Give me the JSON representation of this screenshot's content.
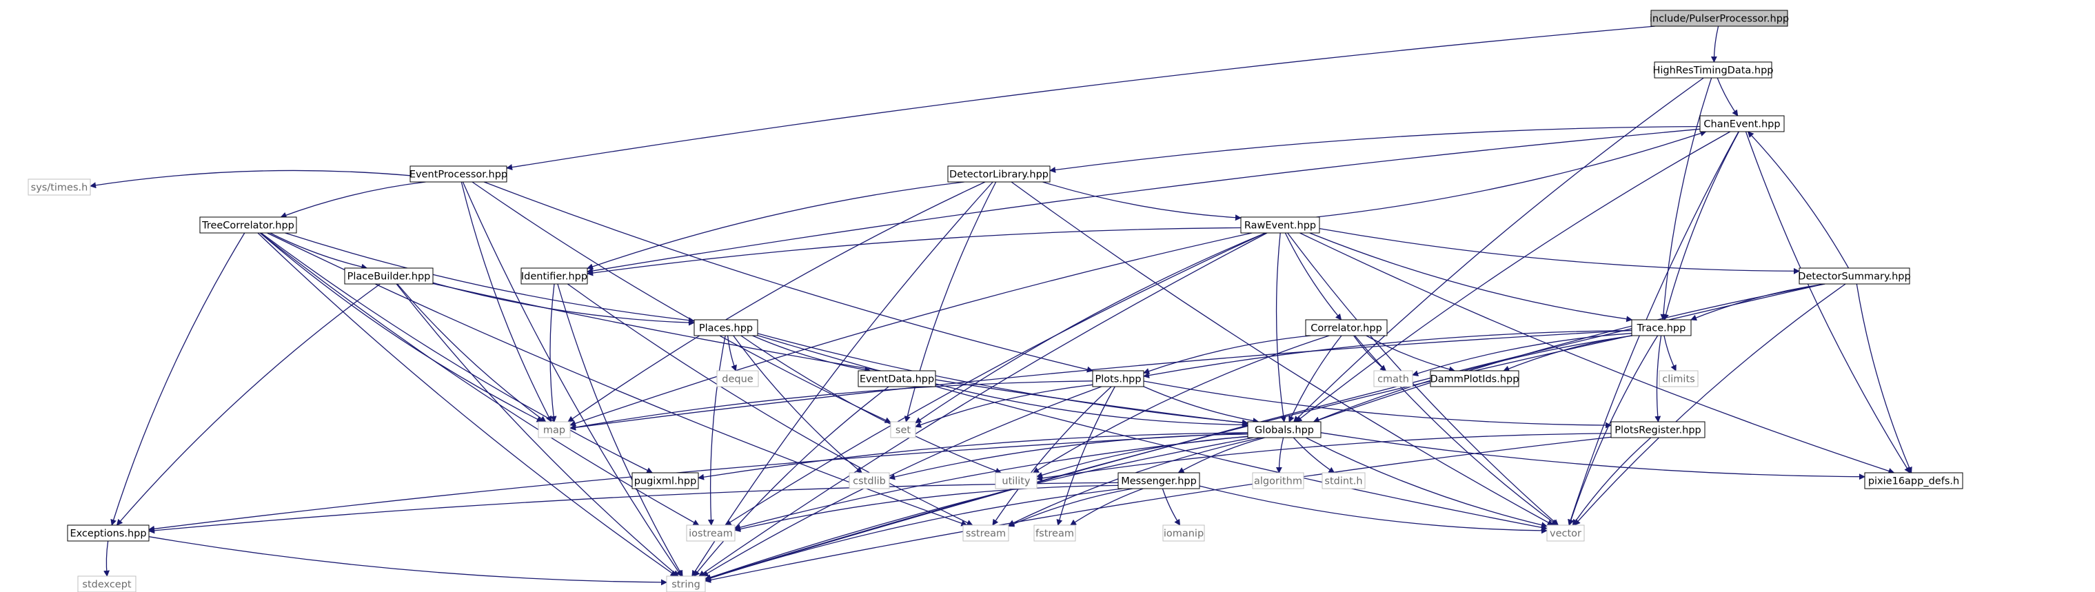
{
  "diagram": {
    "colors": {
      "edge": "#191970",
      "box_stroke": "#000000",
      "box_stroke_system": "#bfbfbf",
      "root_fill": "#bfbfbf",
      "fill": "#ffffff"
    },
    "nodes": [
      {
        "id": "pulser",
        "label": "include/PulserProcessor.hpp",
        "kind": "root"
      },
      {
        "id": "hrtd",
        "label": "HighResTimingData.hpp",
        "kind": "header"
      },
      {
        "id": "chan",
        "label": "ChanEvent.hpp",
        "kind": "header"
      },
      {
        "id": "evproc",
        "label": "EventProcessor.hpp",
        "kind": "header"
      },
      {
        "id": "detlib",
        "label": "DetectorLibrary.hpp",
        "kind": "header"
      },
      {
        "id": "systimes",
        "label": "sys/times.h",
        "kind": "system"
      },
      {
        "id": "treecorr",
        "label": "TreeCorrelator.hpp",
        "kind": "header"
      },
      {
        "id": "rawev",
        "label": "RawEvent.hpp",
        "kind": "header"
      },
      {
        "id": "placeb",
        "label": "PlaceBuilder.hpp",
        "kind": "header"
      },
      {
        "id": "ident",
        "label": "Identifier.hpp",
        "kind": "header"
      },
      {
        "id": "detsum",
        "label": "DetectorSummary.hpp",
        "kind": "header"
      },
      {
        "id": "places",
        "label": "Places.hpp",
        "kind": "header"
      },
      {
        "id": "correl",
        "label": "Correlator.hpp",
        "kind": "header"
      },
      {
        "id": "trace",
        "label": "Trace.hpp",
        "kind": "header"
      },
      {
        "id": "deque",
        "label": "deque",
        "kind": "system"
      },
      {
        "id": "evdata",
        "label": "EventData.hpp",
        "kind": "header"
      },
      {
        "id": "plots",
        "label": "Plots.hpp",
        "kind": "header"
      },
      {
        "id": "cmath",
        "label": "cmath",
        "kind": "system"
      },
      {
        "id": "damm",
        "label": "DammPlotIds.hpp",
        "kind": "header"
      },
      {
        "id": "climits",
        "label": "climits",
        "kind": "system"
      },
      {
        "id": "map",
        "label": "map",
        "kind": "system"
      },
      {
        "id": "set",
        "label": "set",
        "kind": "system"
      },
      {
        "id": "globals",
        "label": "Globals.hpp",
        "kind": "header"
      },
      {
        "id": "plotsreg",
        "label": "PlotsRegister.hpp",
        "kind": "header"
      },
      {
        "id": "pugixml",
        "label": "pugixml.hpp",
        "kind": "header"
      },
      {
        "id": "cstdlib",
        "label": "cstdlib",
        "kind": "system"
      },
      {
        "id": "utility",
        "label": "utility",
        "kind": "system"
      },
      {
        "id": "algorithm",
        "label": "algorithm",
        "kind": "system"
      },
      {
        "id": "stdinth",
        "label": "stdint.h",
        "kind": "system"
      },
      {
        "id": "pixie",
        "label": "pixie16app_defs.h",
        "kind": "header"
      },
      {
        "id": "messenger",
        "label": "Messenger.hpp",
        "kind": "header"
      },
      {
        "id": "exceptions",
        "label": "Exceptions.hpp",
        "kind": "header"
      },
      {
        "id": "iostream",
        "label": "iostream",
        "kind": "system"
      },
      {
        "id": "sstream",
        "label": "sstream",
        "kind": "system"
      },
      {
        "id": "fstream",
        "label": "fstream",
        "kind": "system"
      },
      {
        "id": "iomanip",
        "label": "iomanip",
        "kind": "system"
      },
      {
        "id": "vector",
        "label": "vector",
        "kind": "system"
      },
      {
        "id": "stdexcept",
        "label": "stdexcept",
        "kind": "system"
      },
      {
        "id": "string",
        "label": "string",
        "kind": "system"
      }
    ],
    "edges": [
      [
        "pulser",
        "hrtd"
      ],
      [
        "pulser",
        "evproc"
      ],
      [
        "hrtd",
        "chan"
      ],
      [
        "hrtd",
        "trace"
      ],
      [
        "hrtd",
        "globals"
      ],
      [
        "chan",
        "detlib"
      ],
      [
        "chan",
        "ident"
      ],
      [
        "chan",
        "trace"
      ],
      [
        "chan",
        "globals"
      ],
      [
        "chan",
        "pixie"
      ],
      [
        "chan",
        "vector"
      ],
      [
        "evproc",
        "systimes"
      ],
      [
        "evproc",
        "treecorr"
      ],
      [
        "evproc",
        "map"
      ],
      [
        "evproc",
        "set"
      ],
      [
        "evproc",
        "plots"
      ],
      [
        "evproc",
        "string"
      ],
      [
        "detlib",
        "rawev"
      ],
      [
        "detlib",
        "ident"
      ],
      [
        "detlib",
        "map"
      ],
      [
        "detlib",
        "set"
      ],
      [
        "detlib",
        "vector"
      ],
      [
        "detlib",
        "string"
      ],
      [
        "treecorr",
        "placeb"
      ],
      [
        "treecorr",
        "places"
      ],
      [
        "treecorr",
        "map"
      ],
      [
        "treecorr",
        "pugixml"
      ],
      [
        "treecorr",
        "exceptions"
      ],
      [
        "treecorr",
        "iostream"
      ],
      [
        "treecorr",
        "sstream"
      ],
      [
        "treecorr",
        "string"
      ],
      [
        "rawev",
        "chan"
      ],
      [
        "rawev",
        "ident"
      ],
      [
        "rawev",
        "correl"
      ],
      [
        "rawev",
        "detsum"
      ],
      [
        "rawev",
        "trace"
      ],
      [
        "rawev",
        "globals"
      ],
      [
        "rawev",
        "set"
      ],
      [
        "rawev",
        "map"
      ],
      [
        "rawev",
        "vector"
      ],
      [
        "rawev",
        "string"
      ],
      [
        "rawev",
        "pixie"
      ],
      [
        "rawev",
        "iostream"
      ],
      [
        "placeb",
        "places"
      ],
      [
        "placeb",
        "globals"
      ],
      [
        "placeb",
        "map"
      ],
      [
        "placeb",
        "exceptions"
      ],
      [
        "placeb",
        "string"
      ],
      [
        "ident",
        "map"
      ],
      [
        "ident",
        "string"
      ],
      [
        "ident",
        "sstream"
      ],
      [
        "detsum",
        "chan"
      ],
      [
        "detsum",
        "trace"
      ],
      [
        "detsum",
        "globals"
      ],
      [
        "detsum",
        "pixie"
      ],
      [
        "detsum",
        "vector"
      ],
      [
        "detsum",
        "string"
      ],
      [
        "places",
        "deque"
      ],
      [
        "places",
        "evdata"
      ],
      [
        "places",
        "globals"
      ],
      [
        "places",
        "vector"
      ],
      [
        "places",
        "iostream"
      ],
      [
        "places",
        "cstdlib"
      ],
      [
        "places",
        "utility"
      ],
      [
        "correl",
        "plots"
      ],
      [
        "correl",
        "cmath"
      ],
      [
        "correl",
        "damm"
      ],
      [
        "correl",
        "globals"
      ],
      [
        "correl",
        "utility"
      ],
      [
        "correl",
        "vector"
      ],
      [
        "trace",
        "plots"
      ],
      [
        "trace",
        "damm"
      ],
      [
        "trace",
        "climits"
      ],
      [
        "trace",
        "cmath"
      ],
      [
        "trace",
        "globals"
      ],
      [
        "trace",
        "plotsreg"
      ],
      [
        "trace",
        "map"
      ],
      [
        "trace",
        "vector"
      ],
      [
        "trace",
        "string"
      ],
      [
        "evdata",
        "globals"
      ],
      [
        "evdata",
        "string"
      ],
      [
        "plots",
        "map"
      ],
      [
        "plots",
        "set"
      ],
      [
        "plots",
        "globals"
      ],
      [
        "plots",
        "plotsreg"
      ],
      [
        "plots",
        "string"
      ],
      [
        "plots",
        "fstream"
      ],
      [
        "plots",
        "sstream"
      ],
      [
        "globals",
        "pugixml"
      ],
      [
        "globals",
        "cstdlib"
      ],
      [
        "globals",
        "utility"
      ],
      [
        "globals",
        "algorithm"
      ],
      [
        "globals",
        "stdinth"
      ],
      [
        "globals",
        "pixie"
      ],
      [
        "globals",
        "messenger"
      ],
      [
        "globals",
        "exceptions"
      ],
      [
        "globals",
        "sstream"
      ],
      [
        "globals",
        "vector"
      ],
      [
        "globals",
        "string"
      ],
      [
        "globals",
        "iostream"
      ],
      [
        "plotsreg",
        "utility"
      ],
      [
        "plotsreg",
        "vector"
      ],
      [
        "plotsreg",
        "string"
      ],
      [
        "messenger",
        "exceptions"
      ],
      [
        "messenger",
        "iostream"
      ],
      [
        "messenger",
        "sstream"
      ],
      [
        "messenger",
        "fstream"
      ],
      [
        "messenger",
        "iomanip"
      ],
      [
        "messenger",
        "vector"
      ],
      [
        "messenger",
        "string"
      ],
      [
        "exceptions",
        "stdexcept"
      ],
      [
        "exceptions",
        "string"
      ]
    ]
  }
}
